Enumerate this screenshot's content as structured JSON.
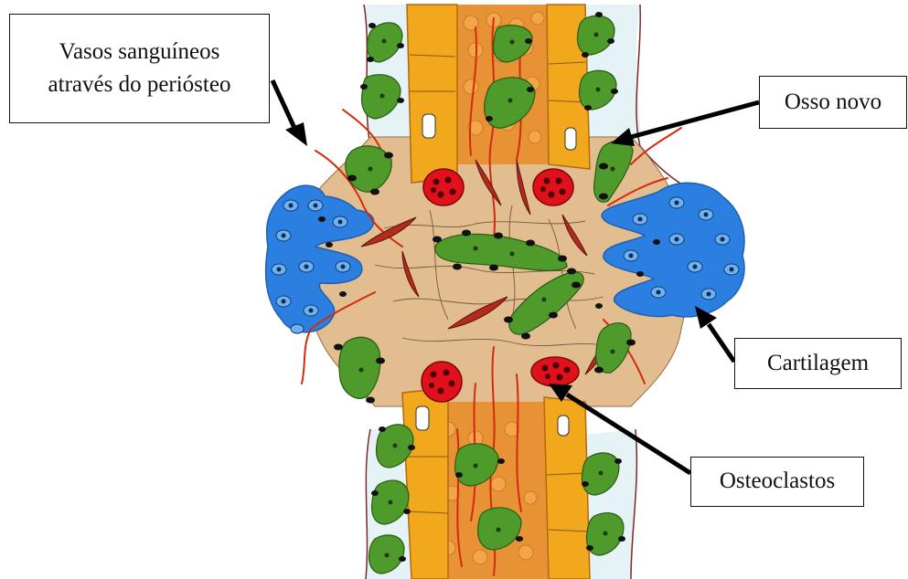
{
  "diagram": {
    "labels": {
      "vessels_line1": "Vasos sanguíneos",
      "vessels_line2": "através do periósteo",
      "new_bone": "Osso novo",
      "cartilage": "Cartilagem",
      "osteoclasts": "Osteoclastos"
    },
    "colors": {
      "bone_tissue": "#e2bd8f",
      "cortical_bone": "#f2a81d",
      "marrow": "#e79235",
      "cartilage": "#2b7fe0",
      "new_bone_cells": "#4e9b2c",
      "osteoclasts": "#e0101c",
      "blood_vessels": "#d42a0e",
      "periosteum_space": "#e6f3f6",
      "fibroblasts": "#b42a1c",
      "nuclei": "#111111",
      "arrows": "#000000"
    }
  }
}
